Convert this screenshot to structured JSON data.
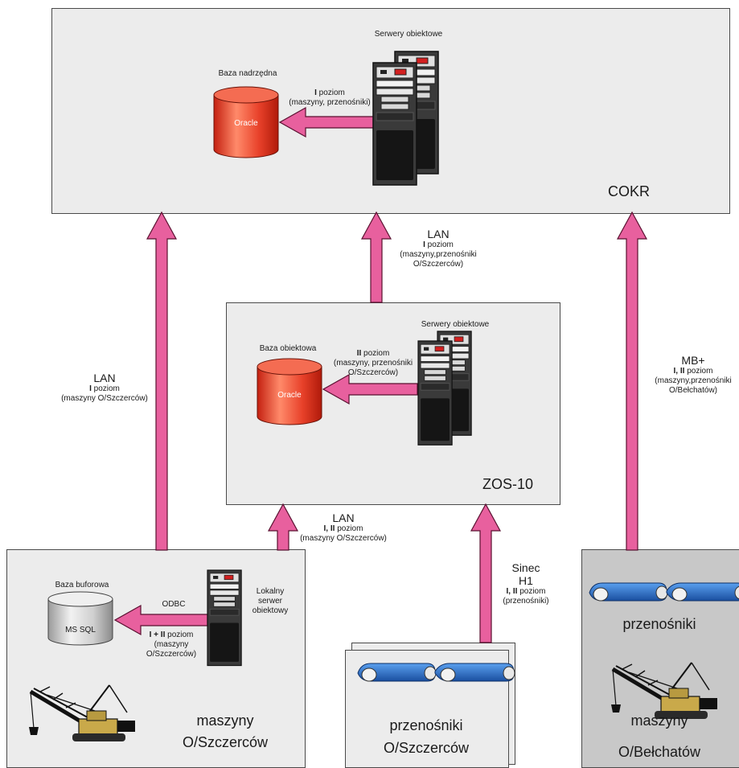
{
  "cokr": {
    "title": "COKR",
    "servers_label": "Serwery obiektowe",
    "db_label": "Baza nadrzędna",
    "db_name": "Oracle",
    "link_level": "I",
    "link_level_suffix": " poziom",
    "link_scope": "(maszyny, przenośniki)"
  },
  "zos": {
    "title": "ZOS-10",
    "servers_label": "Serwery obiektowe",
    "db_label": "Baza obiektowa",
    "db_name": "Oracle",
    "link_level": "II",
    "link_level_suffix": " poziom",
    "link_scope_1": "(maszyny, przenośniki",
    "link_scope_2": "O/Szczerców)"
  },
  "local": {
    "db_label": "Baza buforowa",
    "db_name": "MS SQL",
    "odbc": "ODBC",
    "server_label_1": "Lokalny",
    "server_label_2": "serwer",
    "server_label_3": "obiektowy",
    "link_level": "I + II",
    "link_level_suffix": " poziom",
    "link_scope_1": "(maszyny",
    "link_scope_2": "O/Szczerców)",
    "title_1": "maszyny",
    "title_2": "O/Szczerców"
  },
  "conveyors_szczercow": {
    "title_1": "przenośniki",
    "title_2": "O/Szczerców"
  },
  "belchatow": {
    "item1": "przenośniki",
    "item2": "maszyny",
    "title": "O/Bełchatów"
  },
  "links": {
    "zos_to_cokr": {
      "proto": "LAN",
      "level": "I",
      "suffix": " poziom",
      "scope_1": "(maszyny,przenośniki",
      "scope_2": "O/Szczerców)"
    },
    "left_to_cokr": {
      "proto": "LAN",
      "level": "I",
      "suffix": " poziom",
      "scope": "(maszyny O/Szczerców)"
    },
    "right_to_cokr": {
      "proto": "MB+",
      "level": "I, II",
      "suffix": " poziom",
      "scope_1": "(maszyny,przenośniki",
      "scope_2": "O/Bełchatów)"
    },
    "local_to_zos": {
      "proto": "LAN",
      "level": "I, II",
      "suffix": " poziom",
      "scope": "(maszyny O/Szczerców)"
    },
    "conv_to_zos": {
      "proto_1": "Sinec",
      "proto_2": "H1",
      "level": "I, II",
      "suffix": " poziom",
      "scope": "(przenośniki)"
    }
  },
  "colors": {
    "arrow": "#e8609e",
    "arrow_edge": "#5a1030",
    "db_red": "#e8412a",
    "db_grey": "#d0d0d0",
    "belt_blue": "#2a6fc4"
  }
}
